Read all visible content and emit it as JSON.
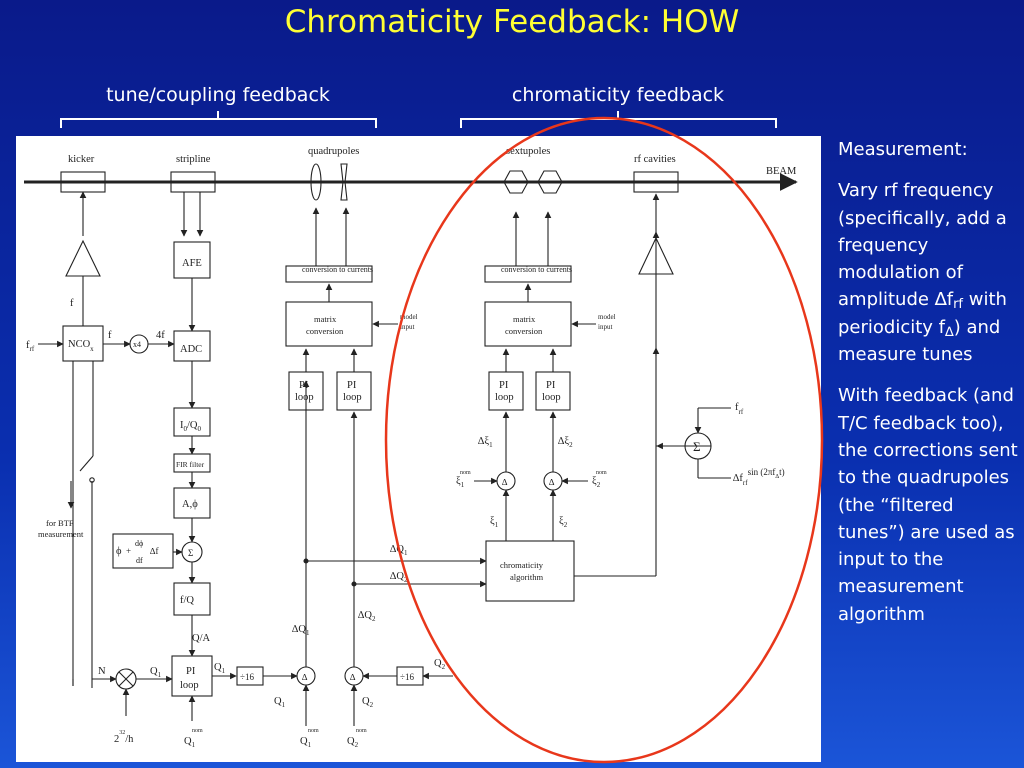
{
  "title": "Chromaticity Feedback: HOW",
  "sections": {
    "left": "tune/coupling feedback",
    "right": "chromaticity feedback"
  },
  "side": {
    "heading": "Measurement:",
    "p1_a": "Vary rf frequency (specifically, add a frequency modulation of amplitude ",
    "p1_delta_f": "∆f",
    "p1_sub_rf": "rf",
    "p1_b": " with periodicity f",
    "p1_sub_delta": "∆",
    "p1_c": ") and measure tunes",
    "p2": "With feedback (and T/C feedback too), the corrections sent to the quadrupoles (the “filtered tunes”) are used as input to the measurement algorithm"
  },
  "diagram": {
    "beam": "BEAM",
    "kicker": "kicker",
    "stripline": "stripline",
    "quadrupoles": "quadrupoles",
    "sextupoles": "sextupoles",
    "rf_cavities": "rf cavities",
    "afe": "AFE",
    "adc": "ADC",
    "nco": "NCO",
    "nco_sub": "x",
    "x4": "x4",
    "f": "f",
    "four_f": "4f",
    "f_rf": "f",
    "rf": "rf",
    "i0q0": "I",
    "q0": "/Q",
    "zero": "0",
    "fir": "FIR filter",
    "aphi": "A,ϕ",
    "phase_formula": "ϕ",
    "dphi": "dϕ",
    "df": "df",
    "delta_f": "∆f",
    "plus": "+",
    "fq": "f/Q",
    "qa": "Q/A",
    "pi": "PI",
    "loop": "loop",
    "div16": "÷16",
    "conv": "conversion to currents",
    "matrix": "matrix",
    "conversion": "conversion",
    "model": "model",
    "input": "input",
    "chrom_alg": "chromaticity",
    "algorithm": "algorithm",
    "btf_1": "for BTF",
    "btf_2": "measurement",
    "n": "N",
    "two32": "2",
    "exp32": "32",
    "slash_h": "/h",
    "q": "Q",
    "dq": "∆Q",
    "nom": "nom",
    "one": "1",
    "two": "2",
    "delta": "∆",
    "sigma": "Σ",
    "xi": "ξ",
    "dxi": "∆ξ",
    "sin_term": "sin (2πf",
    "close_paren": "t)"
  },
  "colors": {
    "title": "#ffff33",
    "oval": "#e8371b",
    "diagram_bg": "#ffffff"
  }
}
